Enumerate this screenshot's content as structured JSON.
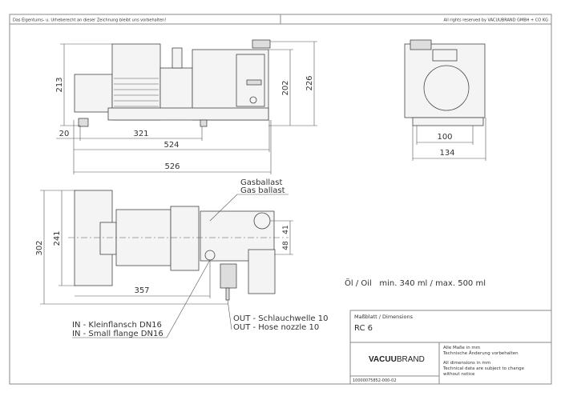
{
  "header": {
    "left_notice": "Das Eigentums- u. Urheberecht an dieser Zeichnung bleibt uns vorbehalten!",
    "right_notice": "All rights reserved by VACUUBRAND GMBH + CO KG"
  },
  "side_view": {
    "dimensions": {
      "height_left": "213",
      "height_right": "202",
      "height_total": "226",
      "offset": "20",
      "foot_spacing": "321",
      "length_body": "524",
      "length_total": "526"
    }
  },
  "end_view": {
    "dimensions": {
      "foot_width": "100",
      "total_width": "134"
    }
  },
  "top_view": {
    "dimensions": {
      "width_total": "302",
      "width_cover": "241",
      "length_to_inlet": "357",
      "offset_a": "41",
      "offset_b": "48"
    },
    "labels": {
      "gas_ballast_de": "Gasballast",
      "gas_ballast_en": "Gas ballast",
      "inlet_de": "IN - Kleinflansch DN16",
      "inlet_en": "IN - Small flange DN16",
      "outlet_de": "OUT - Schlauchwelle 10",
      "outlet_en": "OUT - Hose nozzle 10"
    }
  },
  "oil_note": "Öl / Oil   min. 340 ml / max. 500 ml",
  "title_block": {
    "sheet_type": "Maßblatt / Dimensions",
    "model": "RC 6",
    "brand_bold": "VACUU",
    "brand_light": "BRAND",
    "note_de_1": "Alle Maße in mm",
    "note_de_2": "Technische Änderung vorbehalten",
    "note_en_1": "All dimensions in mm",
    "note_en_2": "Technical data are subject to change",
    "note_en_3": "without notice",
    "document_number": "10000075852-000-02"
  }
}
